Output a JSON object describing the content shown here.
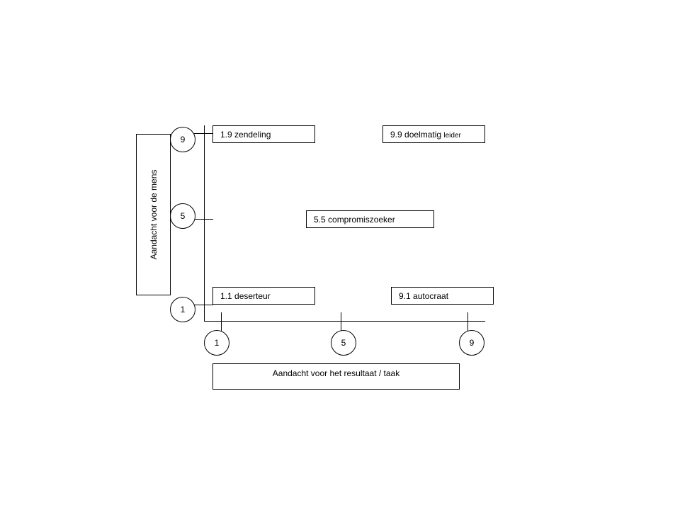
{
  "axes": {
    "y_label": "Aandacht voor de mens",
    "x_label": "Aandacht voor het resultaat / taak",
    "y_ticks": [
      "9",
      "5",
      "1"
    ],
    "x_ticks": [
      "1",
      "5",
      "9"
    ]
  },
  "styles": {
    "zendeling": {
      "label": "1.9 zendeling"
    },
    "doelmatig": {
      "label_main": "9.9 doelmatig",
      "label_small": "leider"
    },
    "compromis": {
      "label": "5.5 compromiszoeker"
    },
    "deserteur": {
      "label": "1.1 deserteur"
    },
    "autocraat": {
      "label": "9.1 autocraat"
    }
  },
  "colors": {
    "stroke": "#000000",
    "background": "#ffffff"
  }
}
